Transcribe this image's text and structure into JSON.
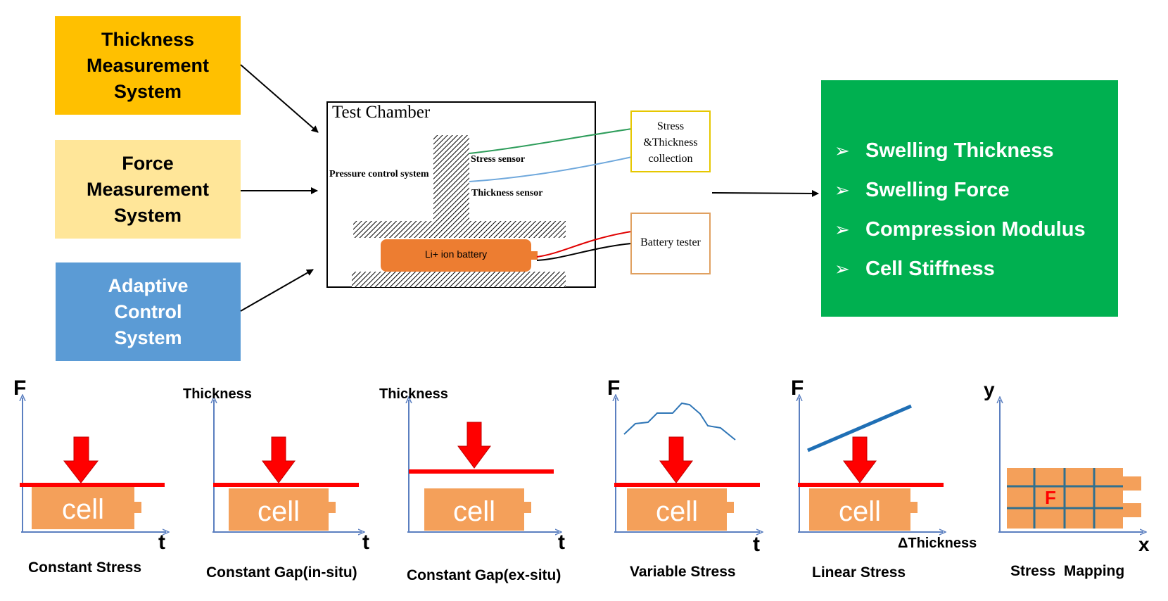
{
  "systems": [
    {
      "label": "Thickness\nMeasurement\nSystem",
      "color": "#ffc000"
    },
    {
      "label": "Force\nMeasurement\nSystem",
      "color": "#ffe699"
    },
    {
      "label": "Adaptive\nControl\nSystem",
      "color": "#5b9bd5"
    }
  ],
  "chamber": {
    "title": "Test Chamber",
    "pressure_label": "Pressure control system",
    "stress_sensor": "Stress sensor",
    "thickness_sensor": "Thickness sensor",
    "battery": "Li+ ion battery"
  },
  "collector": {
    "line1": "Stress",
    "line2": "&Thickness",
    "line3": "collection"
  },
  "battery_tester": "Battery tester",
  "outputs": [
    "Swelling Thickness",
    "Swelling Force",
    "Compression Modulus",
    "Cell Stiffness"
  ],
  "output_bullet": "➢",
  "modes": [
    {
      "y_axis": "F",
      "x_axis": "t",
      "cell": "cell",
      "caption": "Constant Stress"
    },
    {
      "y_axis": "Thickness",
      "x_axis": "t",
      "cell": "cell",
      "caption": "Constant Gap(in-situ)"
    },
    {
      "y_axis": "Thickness",
      "x_axis": "t",
      "cell": "cell",
      "caption": "Constant Gap(ex-situ)"
    },
    {
      "y_axis": "F",
      "x_axis": "t",
      "cell": "cell",
      "caption": "Variable Stress"
    },
    {
      "y_axis": "F",
      "x_axis": "ΔThickness",
      "cell": "cell",
      "caption": "Linear Stress"
    },
    {
      "y_axis": "y",
      "x_axis": "x",
      "cell": "F",
      "caption": "Stress  Mapping"
    }
  ],
  "colors": {
    "cell_fill": "#f4a05a",
    "press_line": "#ff0000",
    "axis": "#5b7fc0",
    "curve": "#2e75b6",
    "grid": "#31708f",
    "battery": "#ed7d31"
  }
}
